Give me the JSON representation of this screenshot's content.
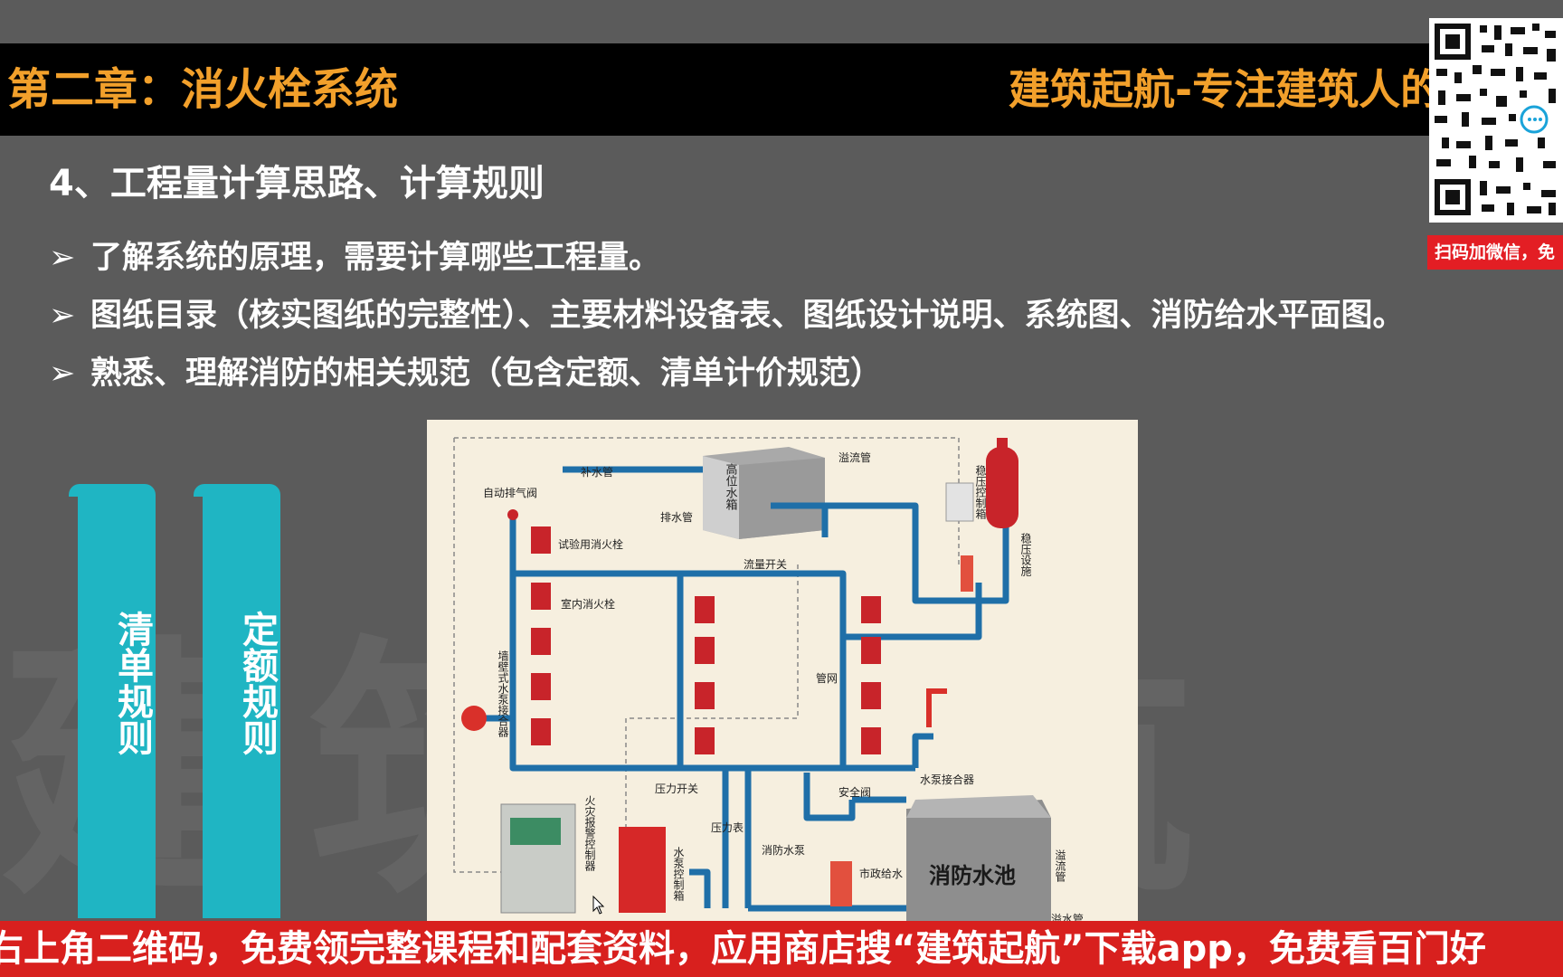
{
  "header": {
    "chapter_title": "第二章：消火栓系统",
    "brand_slogan": "建筑起航-专注建筑人的"
  },
  "qr_code": {
    "caption": "扫码加微信，免"
  },
  "content": {
    "heading": "4、工程量计算思路、计算规则",
    "bullets": [
      "了解系统的原理，需要计算哪些工程量。",
      "图纸目录（核实图纸的完整性）、主要材料设备表、图纸设计说明、系统图、消防给水平面图。",
      "熟悉、理解消防的相关规范（包含定额、清单计价规范）"
    ]
  },
  "tabs": [
    {
      "label": "清单规则"
    },
    {
      "label": "定额规则"
    }
  ],
  "diagram": {
    "labels": {
      "makeup_pipe": "补水管",
      "high_tank": "高位水箱",
      "overflow_pipe": "溢流管",
      "auto_vent": "自动排气阀",
      "drain_pipe": "排水管",
      "test_hydrant": "试验用消火栓",
      "flow_switch": "流量开关",
      "indoor_hydrant": "室内消火栓",
      "wall_adapter": "墙壁式水泵接合器",
      "pipe_network": "管网",
      "pressure_control_box": "稳压控制箱",
      "pressure_equipment": "稳压设施",
      "pump_adapter": "水泵接合器",
      "pressure_switch": "压力开关",
      "safety_valve": "安全阀",
      "pressure_gauge": "压力表",
      "fire_alarm_controller": "火灾报警控制器",
      "pump_control_box": "水泵控制箱",
      "fire_pump": "消防水泵",
      "municipal_supply": "市政给水",
      "fire_pool": "消防水池",
      "pool_overflow": "溢流管",
      "bottom_overflow": "溢水管"
    }
  },
  "footer": {
    "banner_text": "右上角二维码，免费领完整课程和配套资料，应用商店搜“建筑起航”下载app，免费看百门好"
  },
  "watermark": "建筑起航",
  "colors": {
    "accent_orange": "#f2a02b",
    "tab_cyan": "#1fb5c3",
    "banner_red": "#d8201e",
    "pipe_blue": "#1f6fa8"
  }
}
